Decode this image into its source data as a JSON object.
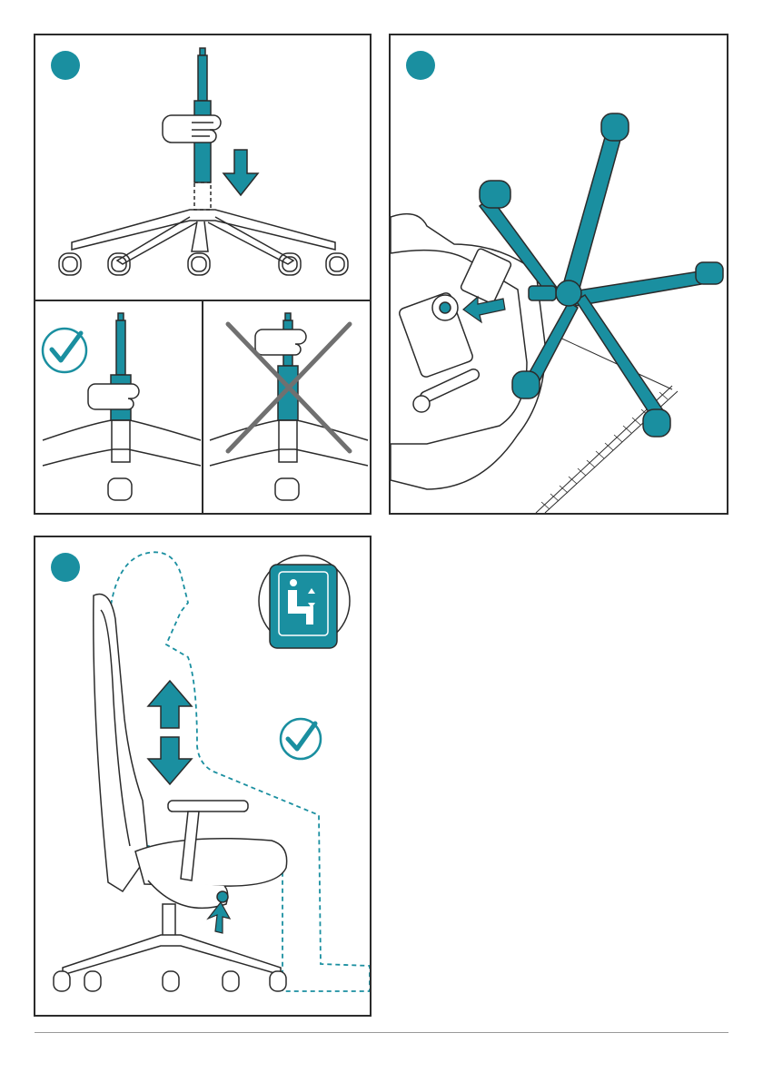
{
  "colors": {
    "accent": "#1a8fa0",
    "line": "#2b2b2b",
    "cross": "#707070",
    "rule": "#9a9a9a"
  },
  "steps": [
    {
      "id": 1,
      "icon": "step-marker"
    },
    {
      "id": 2,
      "icon": "step-marker"
    },
    {
      "id": 3,
      "icon": "step-marker"
    }
  ],
  "icons": [
    "check-icon",
    "cross-icon",
    "hand-icon",
    "arrow-down-icon",
    "arrow-up-down-icon",
    "height-adjust-symbol-icon"
  ]
}
